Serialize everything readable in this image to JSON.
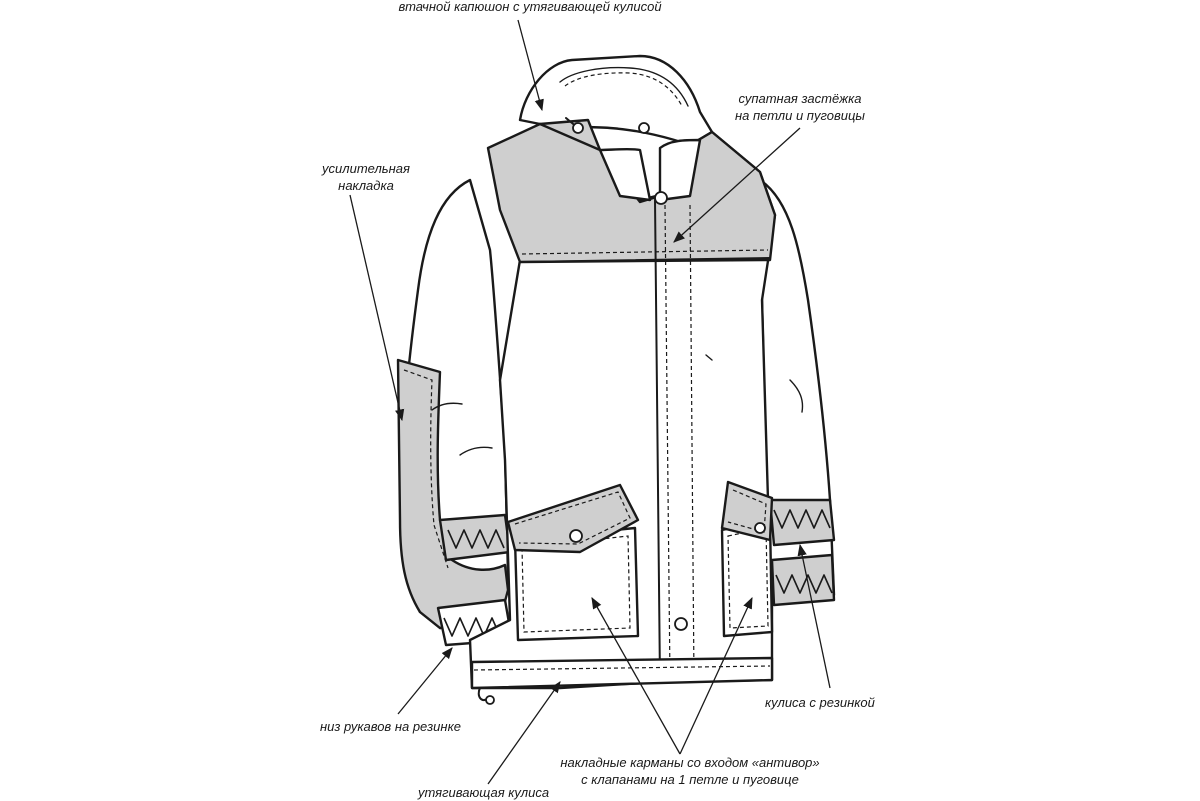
{
  "labels": {
    "hood": "втачной капюшон с утягивающей кулисой",
    "placket_1": "супатная застёжка",
    "placket_2": "на петли и пуговицы",
    "reinforce_1": "усилительная",
    "reinforce_2": "накладка",
    "sleeve_hem": "низ рукавов на резинке",
    "elastic_channel": "кулиса с резинкой",
    "pockets_1": "накладные карманы со входом «антивор»",
    "pockets_2": "с клапанами на 1 петле и пуговице",
    "drawstring": "утягивающая кулиса"
  },
  "colors": {
    "background": "#ffffff",
    "line": "#1a1a1a",
    "panel_grey": "#cfcfcf"
  }
}
